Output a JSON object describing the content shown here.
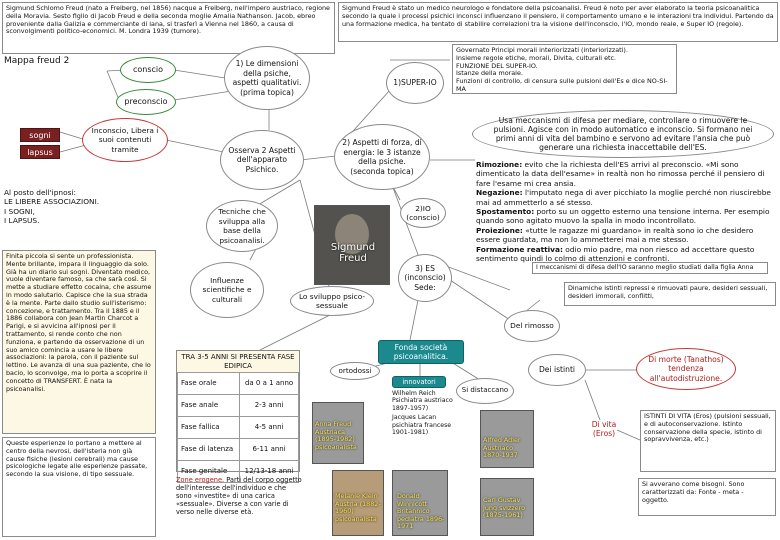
{
  "intro": {
    "left": "Sigmund Schlomo Freud (nato a Freiberg, nel 1856) nacque a Freiberg, nell'impero austriaco, regione della Moravia. Sesto figlio di Jacob Freud e della seconda moglie Amalia Nathanson. Jacob, ebreo proveniente dalla Galizia e commerciante di lana, si trasferì a Vienna nel 1860, a causa di sconvolgimenti politico-economici. M. Londra 1939 (tumore).",
    "right": "Sigmund Freud è stato un medico neurologo e fondatore della psicoanalisi. Freud è noto per aver elaborato la teoria psicoanalitica secondo la quale i processi psichici inconsci influenzano il pensiero, il comportamento umano e le interazioni tra individui. Partendo da una formazione medica, ha tentato di stabilire correlazioni tra la visione dell'inconscio, l'IO, mondo reale, e Super IO (regole)."
  },
  "map_title": "Mappa freud 2",
  "left_nodes": {
    "conscio": "conscio",
    "preconscio": "preconscio",
    "sogni": "sogni",
    "lapsus": "lapsus",
    "inconscio": "Inconscio, Libera i suoi contenuti tramite"
  },
  "ipnosi": {
    "title": "Al posto dell'ipnosi:",
    "items": [
      "LE LIBERE ASSOCIAZIONI.",
      "I SOGNI,",
      "I LAPSUS."
    ]
  },
  "bio": {
    "main": "Finita piccola si sente un professionista. Mente brillante, impara il linguaggio da solo. Già ha un diario sui sogni. Diventato medico, vuole diventare famoso, sa che sarà così. Si mette a studiare effetto cocaina, che assume in modo salutario. Capisce che la sua strada è la mente. Parte dallo studio sull'isterismo: concezione, e trattamento. Tra il 1885 e il 1886 collabora con Jean Martin Charcot a Parigi, e si avvicina all'ipnosi per il trattamento, si rende conto che non funziona, e partendo da osservazione di un suo amico comincia a usare le libere associazioni: la parola, con il paziente sul lettino. Le avanza di una sua paziente, che lo bacio, lo sconvolge, ma lo porta a scoprire il concetto di TRANSFERT. È nata la psicoanalisi.",
    "note": "Queste esperienze lo portano a mettere al centro della nevrosi, dell'isteria non già cause fisiche (lesioni cerebrali) ma cause psicologiche legate alle esperienze passate, secondo la sua visione, di tipo sessuale."
  },
  "center_nodes": {
    "dimensioni": "1) Le dimensioni della psiche, aspetti qualitativi. (prima topica)",
    "osserva": "Osserva 2 Aspetti dell'apparato Psichico.",
    "tecniche": "Tecniche che sviluppa alla base della psicoanalisi.",
    "influenze": "Influenze scientifiche e culturali",
    "superio": "1)SUPER-IO",
    "aspetti_forza": "2) Aspetti di forza, di energia: le 3 istanze della psiche. (seconda topica)",
    "io": "2)IO (conscio)",
    "es": "3) ES (inconscio) Sede:",
    "sviluppo": "Lo sviluppo psico-sessuale",
    "photo_name": "Sigmund Freud"
  },
  "superio_desc": {
    "lines": [
      "Governato Principi morali interiorizzati (interiorizzati).",
      "Insieme regole etiche, morali, Divita, culturali etc.",
      "FUNZIONE DEL SUPER-IO.",
      "Istanze della morale.",
      "Funzioni di controllo, di censura sulle pulsioni dell'Es e dice NO-SI-MA"
    ]
  },
  "difesa": {
    "title": "Usa meccanismi di difesa per mediare, controllare o rimuovere le pulsioni. Agisce con in modo automatico e inconscio. Si formano nei primi anni di vita del bambino e servono ad evitare l'ansia che può generare una richiesta inaccettabile dell'ES.",
    "entries": [
      {
        "term": "Rimozione:",
        "text": "evito che la richiesta dell'ES arrivi al preconscio. «Mi sono dimenticato la data dell'esame» in realtà non ho rimossa perché il pensiero di fare l'esame mi crea ansia."
      },
      {
        "term": "Negazione:",
        "text": "l'imputato nega di aver picchiato la moglie perché non riuscirebbe mai ad ammetterlo a sé stesso."
      },
      {
        "term": "Spostamento:",
        "text": "porto su un oggetto esterno una tensione interna. Per esempio quando sono agitato muovo la spalla in modo incontrollato."
      },
      {
        "term": "Proiezione:",
        "text": "«tutte le ragazze mi guardano» in realtà sono io che desidero essere guardata, ma non lo ammetterei mai a me stesso."
      },
      {
        "term": "Formazione reattiva:",
        "text": "odio mio padre, ma non riesco ad accettare questo sentimento quindi lo colmo di attenzioni e confronti."
      }
    ],
    "footer": "I meccanismi di difesa dell'IO saranno meglio studiati dalla figlia Anna"
  },
  "stages": {
    "header": "TRA 3-5 ANNI SI PRESENTA FASE EDIPICA",
    "rows": [
      {
        "name": "Fase orale",
        "age": "da 0 a 1 anno"
      },
      {
        "name": "Fase anale",
        "age": "2-3 anni"
      },
      {
        "name": "Fase fallica",
        "age": "4-5 anni"
      },
      {
        "name": "Fase di latenza",
        "age": "6-11 anni"
      },
      {
        "name": "Fase genitale",
        "age": "12/13-18 anni"
      }
    ],
    "note_label": "Zone erogene.",
    "note": "Parti del corpo oggetto dell'interesse dell'individuo e che sono «investite» di una carica «sessuale». Diverse a con varie di verso nelle diverse età."
  },
  "fonda": {
    "title": "Fonda società psicoanalitica.",
    "ortodossi": "ortodossi",
    "innovatori": "innovatori",
    "distaccano": "Si distaccano"
  },
  "people": {
    "reich": "Wilhelm Reich Psichiatra austriaco 1897-1957)",
    "lacan": "Jacques Lacan psichiatra francese 1901-1981)",
    "anna": "Anna Freud Austriaca (1895-1982) psicoanalista",
    "klein": "Melanie Klein Austria (1882-1960) psicoanalista",
    "winnicott": "Donald Winnicott Britannico pediatra 1896-1971",
    "adler": "Alfred Adler Austriaco 1870-1937",
    "jung": "Carl Gustav Jung svizzero (1875-1961)"
  },
  "right_nodes": {
    "del_rimosso": "Del rimosso",
    "rimosso_desc": "Dinamiche istinti repressi e rimuovati paure, desideri sessuali, desideri immorali, conflitti,",
    "istinti": "Dei istinti",
    "morte": "Di morte (Tanathos) tendenza all'autodistruzione.",
    "vita": "Di vita (Eros)",
    "vita_desc": "ISTINTI DI VITA (Eros) (pulsioni sessuali, e di autoconservazione. Istinto conservazione della specie, istinto di sopravvivenza, etc.)",
    "sogni_desc": "Si avverano come bisogni. Sono caratterizzati da: Fonte - meta - oggetto."
  }
}
